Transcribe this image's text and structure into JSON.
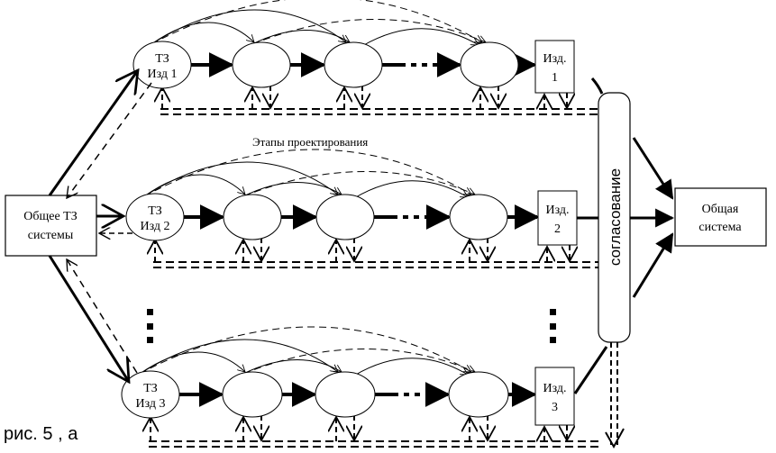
{
  "diagram": {
    "caption": "рис. 5 , а",
    "stages_label": "Этапы проектирования",
    "source_node": {
      "line1": "Общее ТЗ",
      "line2": "системы"
    },
    "target_node": {
      "line1": "Общая",
      "line2": "система"
    },
    "coordination_node": "согласование",
    "rows": [
      {
        "tz_line1": "ТЗ",
        "tz_line2": "Изд 1",
        "product_line1": "Изд.",
        "product_line2": "1"
      },
      {
        "tz_line1": "ТЗ",
        "tz_line2": "Изд 2",
        "product_line1": "Изд.",
        "product_line2": "2"
      },
      {
        "tz_line1": "ТЗ",
        "tz_line2": "Изд 3",
        "product_line1": "Изд.",
        "product_line2": "3"
      }
    ],
    "ellipsis_marker": "⋮",
    "colors": {
      "line": "#000000",
      "background": "#ffffff"
    }
  }
}
